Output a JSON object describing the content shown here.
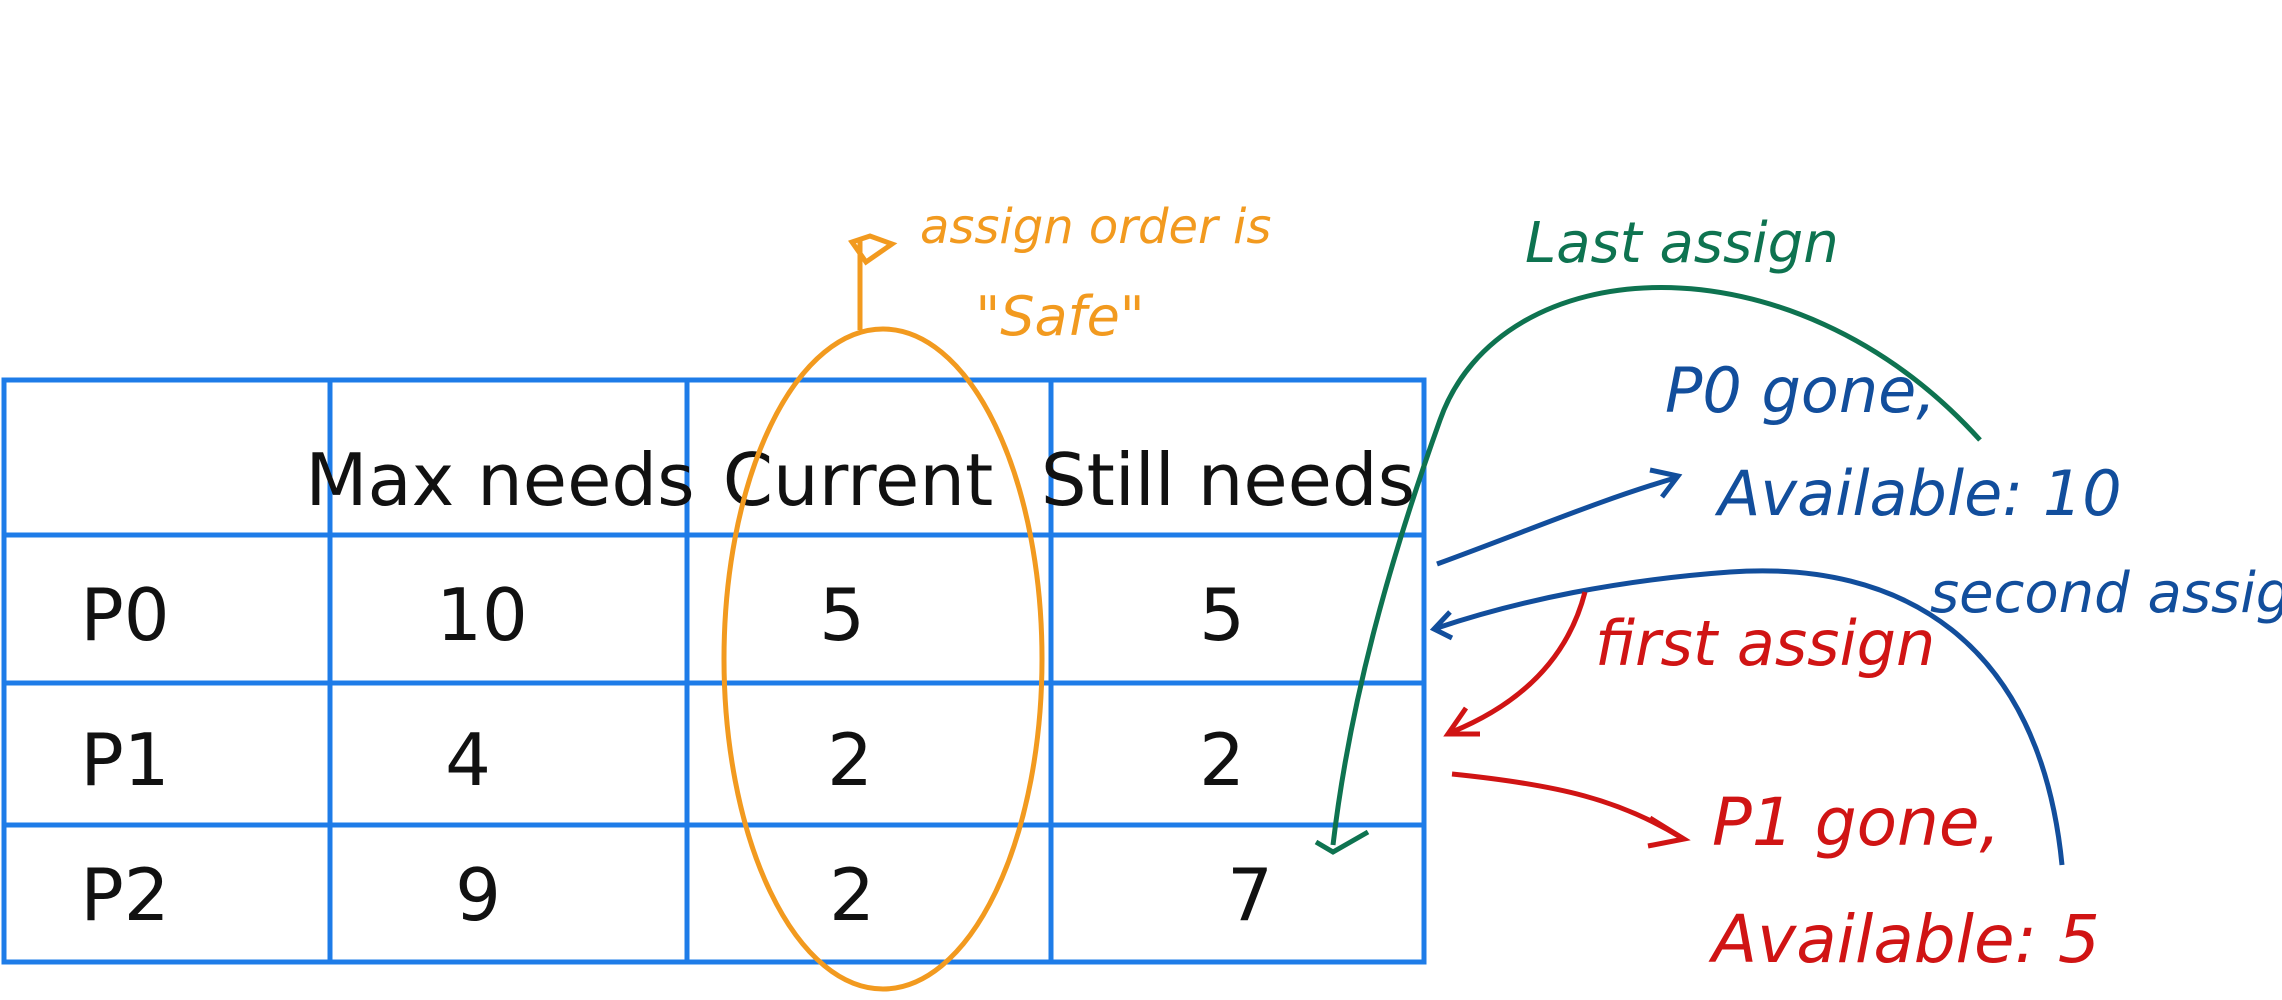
{
  "colors": {
    "table": "#1E7CE8",
    "ink": "#111111",
    "orange": "#F29A1F",
    "green": "#0E7350",
    "blue": "#124E9C",
    "red": "#D01414"
  },
  "table": {
    "headers": [
      "",
      "Max needs",
      "Current",
      "Still needs"
    ],
    "rows": [
      [
        "P0",
        "10",
        "5",
        "5"
      ],
      [
        "P1",
        "4",
        "2",
        "2"
      ],
      [
        "P2",
        "9",
        "2",
        "7"
      ]
    ]
  },
  "annotations": {
    "orange_line1": "assign order is",
    "orange_line2": "\"Safe\"",
    "last_assign": "Last assign",
    "p0_gone": "P0 gone,",
    "available_10": "Available: 10",
    "second_assign": "second assign",
    "first_assign": "first assign",
    "p1_gone": "P1 gone,",
    "available_5": "Available: 5"
  }
}
